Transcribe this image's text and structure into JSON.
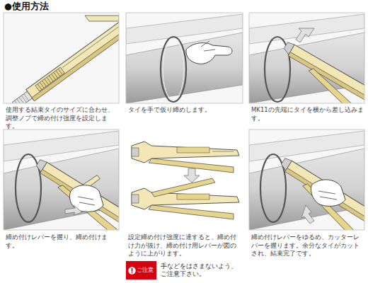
{
  "diagram": {
    "title": "●使用方法",
    "nodes": [
      {
        "text": [
          "ご注意",
          "手などをはさまないよう、ご注意下さい。"
        ]
      }
    ],
    "labels": [
      "使用する結束タイのサイズに合わせ、調整ノブで締め付け強度を設定します。",
      "タイを手で仮り締めします。",
      "MK11の先端にタイを横から差し込みます。",
      "締め付けレバーを握り、締め付けます。",
      "設定締め付け強度に達すると、締め付け力が抜け、締め付け用レバーが図のように上がります。",
      "締め付けレバーをゆるめ、カッターレバーを握ります。余分なタイがカットされ、結束完了です。"
    ]
  }
}
